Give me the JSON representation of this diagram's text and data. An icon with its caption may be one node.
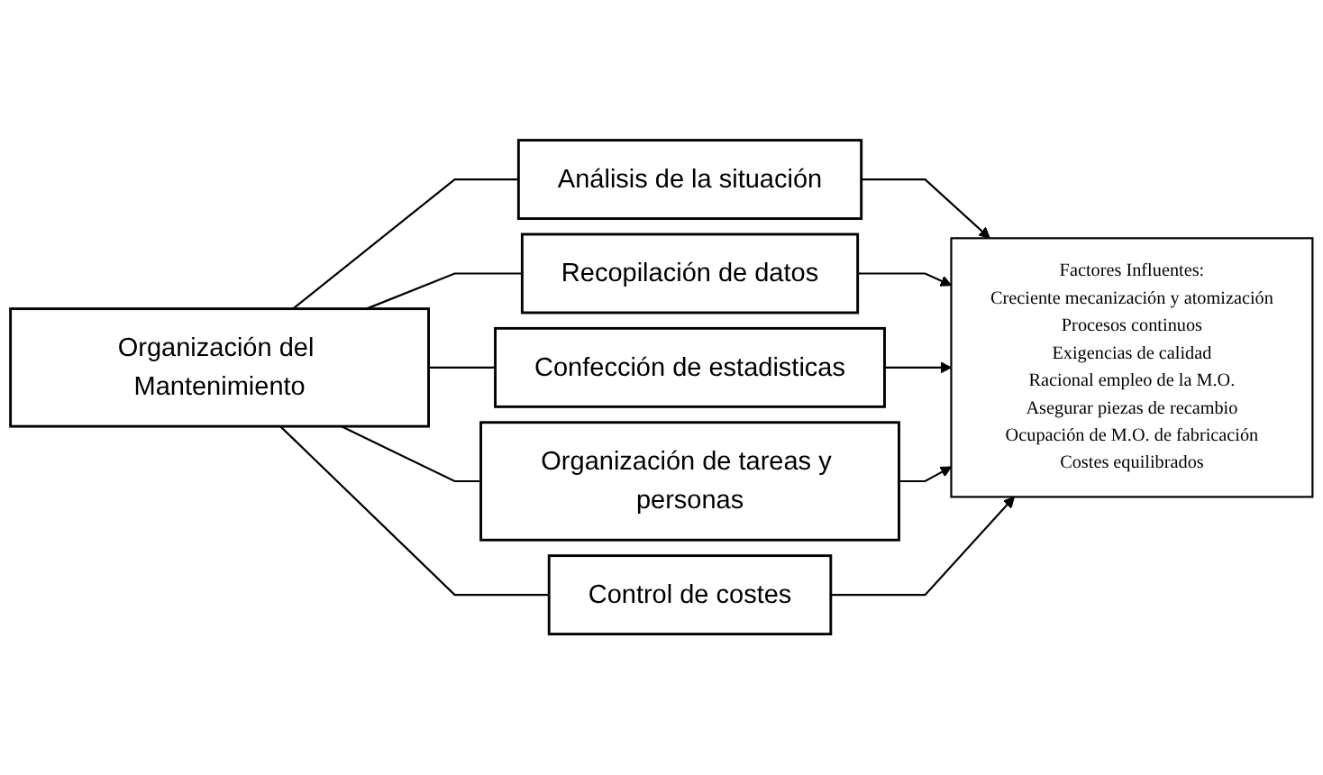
{
  "diagram": {
    "nodes": [
      {
        "text": [
          "Organización del Mantenimiento"
        ]
      },
      {
        "text": [
          "Análisis de la situación"
        ]
      },
      {
        "text": [
          "Recopilación de datos"
        ]
      },
      {
        "text": [
          "Confección de estadisticas"
        ]
      },
      {
        "text": [
          "Organización de tareas y personas"
        ]
      },
      {
        "text": [
          "Control de costes"
        ]
      },
      {
        "text": [
          "Factores Influentes:",
          "Creciente mecanización y atomización",
          "Procesos continuos",
          "Exigencias de calidad",
          "Racional empleo de la M.O.",
          "Asegurar piezas de recambio",
          "Ocupación de M.O. de fabricación",
          "Costes equilibrados"
        ]
      }
    ],
    "edges": [
      {
        "from": 0,
        "to": 1,
        "arrow": "none"
      },
      {
        "from": 0,
        "to": 2,
        "arrow": "none"
      },
      {
        "from": 0,
        "to": 3,
        "arrow": "none"
      },
      {
        "from": 0,
        "to": 4,
        "arrow": "none"
      },
      {
        "from": 0,
        "to": 5,
        "arrow": "none"
      },
      {
        "from": 1,
        "to": 6,
        "arrow": "to"
      },
      {
        "from": 2,
        "to": 6,
        "arrow": "to"
      },
      {
        "from": 3,
        "to": 6,
        "arrow": "to"
      },
      {
        "from": 4,
        "to": 6,
        "arrow": "to"
      },
      {
        "from": 5,
        "to": 6,
        "arrow": "to"
      }
    ]
  }
}
